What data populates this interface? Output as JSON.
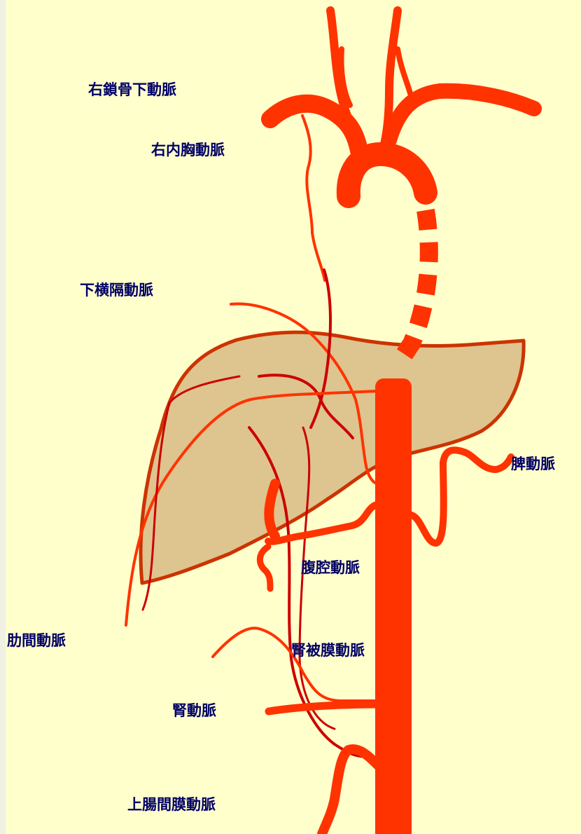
{
  "colors": {
    "background": "#ffffcc",
    "margin": "#f0f0e4",
    "label_text": "#000066",
    "liver_fill": "#dec48e",
    "liver_outline": "#cc3300",
    "artery_main": "#ff3300",
    "artery_dark": "#cc0000"
  },
  "labels": {
    "right_subclavian_artery": "右鎖骨下動脈",
    "right_internal_thoracic_artery": "右内胸動脈",
    "inferior_phrenic_artery": "下横隔動脈",
    "splenic_artery": "脾動脈",
    "celiac_artery": "腹腔動脈",
    "intercostal_artery": "肋間動脈",
    "adrenal_artery": "腎被膜動脈",
    "renal_artery": "腎動脈",
    "superior_mesenteric_artery": "上腸間膜動脈"
  }
}
